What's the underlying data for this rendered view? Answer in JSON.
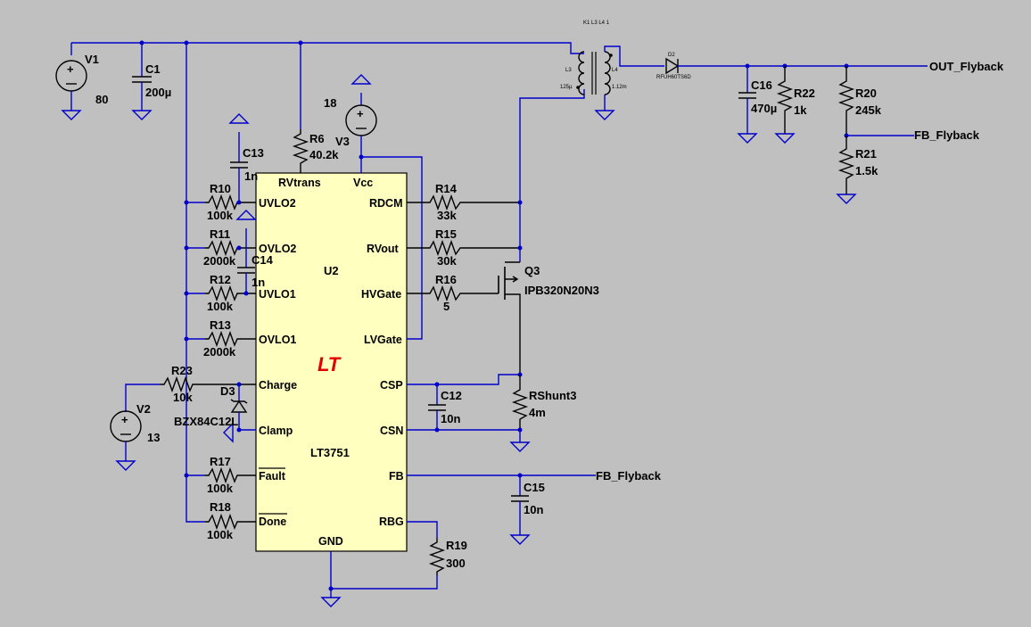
{
  "ic": {
    "ref": "U2",
    "part": "LT3751",
    "logo": "LT",
    "pins_left": [
      "UVLO2",
      "OVLO2",
      "UVLO1",
      "OVLO1",
      "Charge",
      "Clamp",
      "Fault",
      "Done"
    ],
    "pins_right": [
      "RDCM",
      "RVout",
      "HVGate",
      "LVGate",
      "CSP",
      "CSN",
      "FB",
      "RBG"
    ],
    "pins_top": [
      "RVtrans",
      "Vcc"
    ],
    "pin_bottom": "GND"
  },
  "sources": {
    "v1": {
      "ref": "V1",
      "value": "80"
    },
    "v2": {
      "ref": "V2",
      "value": "13"
    },
    "v3": {
      "ref": "V3",
      "value": "18"
    }
  },
  "resistors": {
    "r6": {
      "ref": "R6",
      "value": "40.2k"
    },
    "r10": {
      "ref": "R10",
      "value": "100k"
    },
    "r11": {
      "ref": "R11",
      "value": "2000k"
    },
    "r12": {
      "ref": "R12",
      "value": "100k"
    },
    "r13": {
      "ref": "R13",
      "value": "2000k"
    },
    "r14": {
      "ref": "R14",
      "value": "33k"
    },
    "r15": {
      "ref": "R15",
      "value": "30k"
    },
    "r16": {
      "ref": "R16",
      "value": "5"
    },
    "r17": {
      "ref": "R17",
      "value": "100k"
    },
    "r18": {
      "ref": "R18",
      "value": "100k"
    },
    "r19": {
      "ref": "R19",
      "value": "300"
    },
    "r20": {
      "ref": "R20",
      "value": "245k"
    },
    "r21": {
      "ref": "R21",
      "value": "1.5k"
    },
    "r22": {
      "ref": "R22",
      "value": "1k"
    },
    "r23": {
      "ref": "R23",
      "value": "10k"
    },
    "rshunt": {
      "ref": "RShunt3",
      "value": "4m"
    }
  },
  "capacitors": {
    "c1": {
      "ref": "C1",
      "value": "200µ"
    },
    "c12": {
      "ref": "C12",
      "value": "10n"
    },
    "c13": {
      "ref": "C13",
      "value": "1n"
    },
    "c14": {
      "ref": "C14",
      "value": "1n"
    },
    "c15": {
      "ref": "C15",
      "value": "10n"
    },
    "c16": {
      "ref": "C16",
      "value": "470µ"
    }
  },
  "semis": {
    "q3": {
      "ref": "Q3",
      "part": "IPB320N20N3"
    },
    "d3": {
      "ref": "D3",
      "part": "BZX84C12L"
    },
    "d2": {
      "ref": "D2",
      "part": "RFUH60TS6D"
    }
  },
  "transformer": {
    "k": "K1 L3 L4 1",
    "l3": "L3",
    "l3_val": "125µ",
    "l4": "L4",
    "l4_val": "1.12m"
  },
  "nets": {
    "out": "OUT_Flyback",
    "fb_top": "FB_Flyback",
    "fb_bottom": "FB_Flyback"
  },
  "colors": {
    "background": "#c0c0c0",
    "wire": "#0000cc",
    "ic_fill": "#ffffc0",
    "logo": "#e00000"
  }
}
